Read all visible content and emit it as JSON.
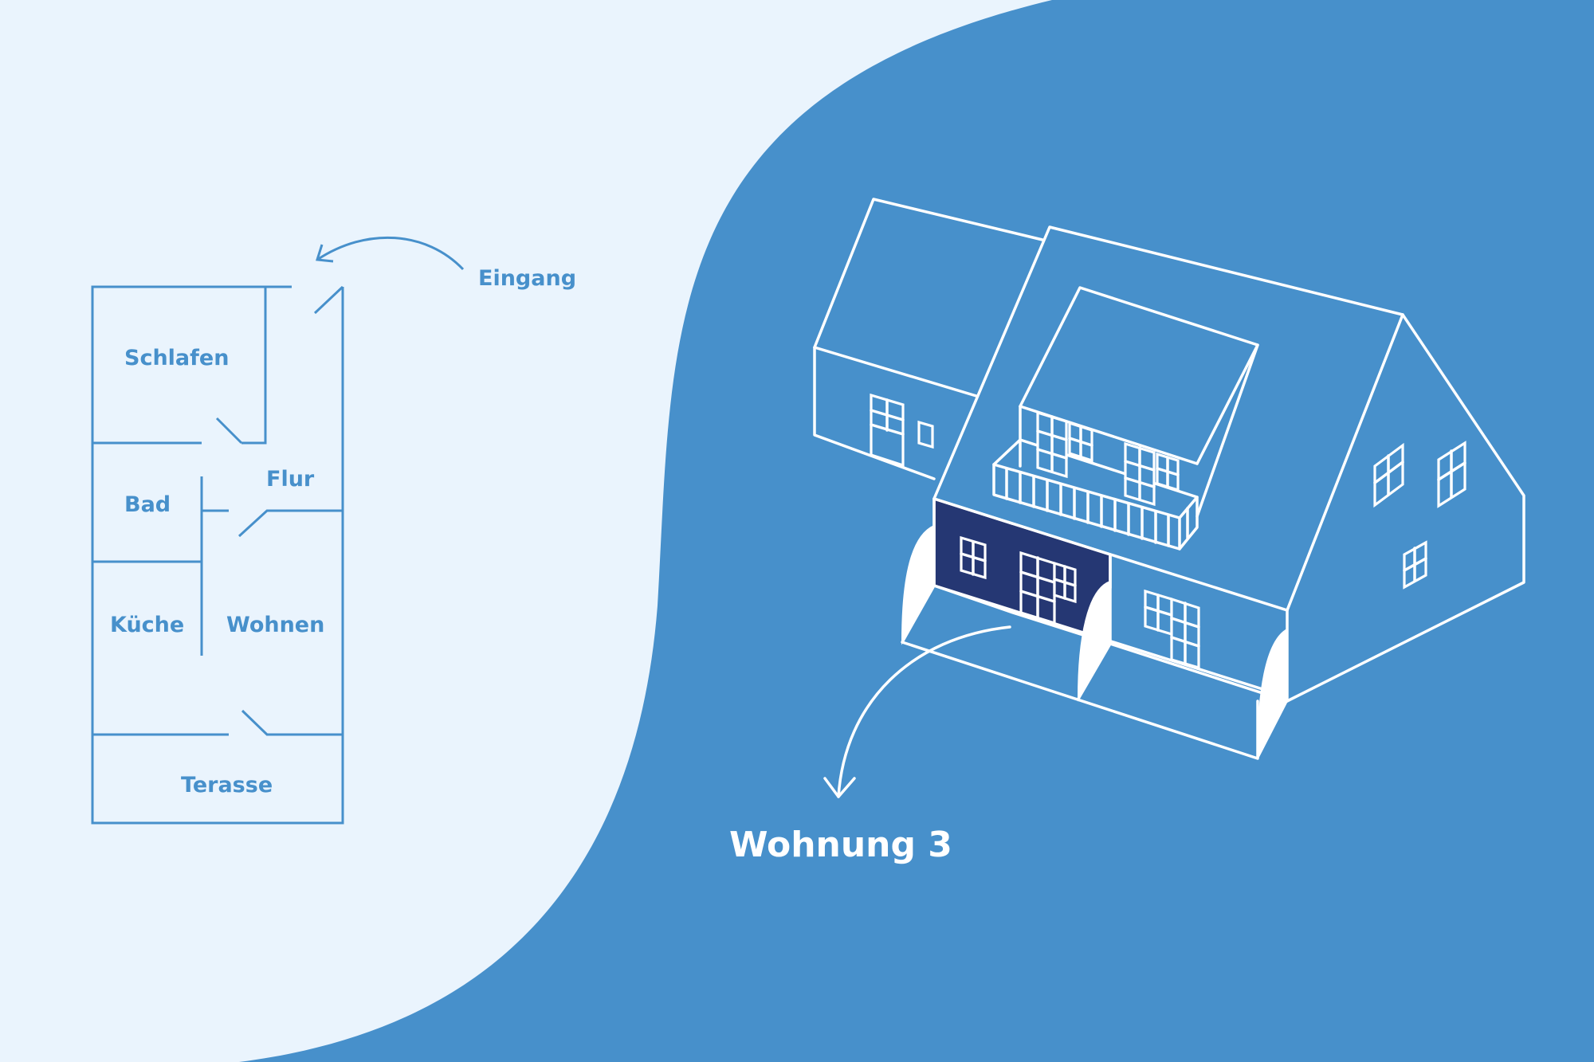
{
  "floor_plan": {
    "rooms": {
      "schlafen": "Schlafen",
      "flur": "Flur",
      "bad": "Bad",
      "kueche": "Küche",
      "wohnen": "Wohnen",
      "terasse": "Terasse"
    },
    "entrance_label": "Eingang"
  },
  "building": {
    "highlight_label": "Wohnung 3"
  },
  "colors": {
    "light_background": "#eaf4fd",
    "blue_background": "#4790cb",
    "highlight_unit": "#253773",
    "line_white": "#ffffff",
    "plan_lines": "#4790cb"
  }
}
